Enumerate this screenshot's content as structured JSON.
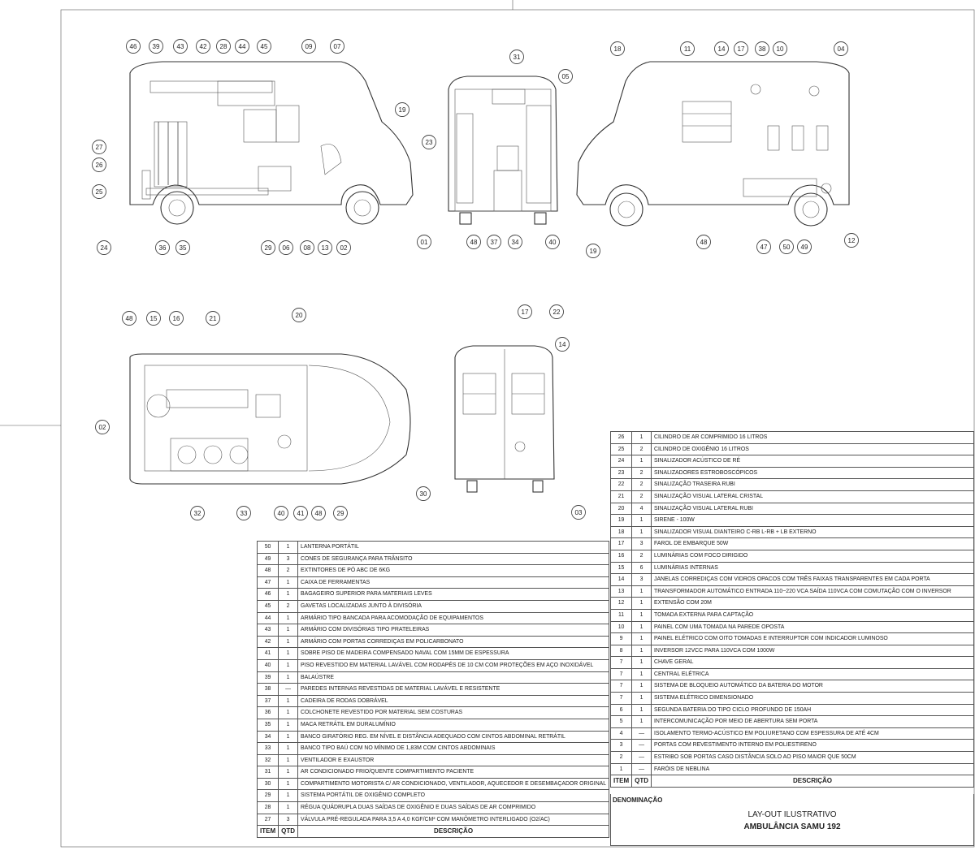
{
  "table_left": {
    "headers": {
      "item": "ITEM",
      "qtd": "QTD",
      "desc": "DESCRIÇÃO"
    },
    "rows": [
      {
        "item": "50",
        "qtd": "1",
        "desc": "LANTERNA PORTÁTIL"
      },
      {
        "item": "49",
        "qtd": "3",
        "desc": "CONES DE SEGURANÇA PARA TRÂNSITO"
      },
      {
        "item": "48",
        "qtd": "2",
        "desc": "EXTINTORES DE PÓ ABC DE 6KG"
      },
      {
        "item": "47",
        "qtd": "1",
        "desc": "CAIXA DE FERRAMENTAS"
      },
      {
        "item": "46",
        "qtd": "1",
        "desc": "BAGAGEIRO SUPERIOR PARA MATERIAIS LEVES"
      },
      {
        "item": "45",
        "qtd": "2",
        "desc": "GAVETAS LOCALIZADAS JUNTO À DIVISÓRIA"
      },
      {
        "item": "44",
        "qtd": "1",
        "desc": "ARMÁRIO TIPO BANCADA PARA ACOMODAÇÃO DE EQUIPAMENTOS"
      },
      {
        "item": "43",
        "qtd": "1",
        "desc": "ARMÁRIO COM DIVISÓRIAS TIPO PRATELEIRAS"
      },
      {
        "item": "42",
        "qtd": "1",
        "desc": "ARMÁRIO COM PORTAS CORREDIÇAS EM POLICARBONATO"
      },
      {
        "item": "41",
        "qtd": "1",
        "desc": "SOBRE PISO DE MADEIRA COMPENSADO NAVAL COM 15MM DE ESPESSURA"
      },
      {
        "item": "40",
        "qtd": "1",
        "desc": "PISO REVESTIDO EM MATERIAL LAVÁVEL COM RODAPÉS DE 10 CM COM PROTEÇÕES EM AÇO INOXIDÁVEL"
      },
      {
        "item": "39",
        "qtd": "1",
        "desc": "BALAÚSTRE"
      },
      {
        "item": "38",
        "qtd": "—",
        "desc": "PAREDES INTERNAS REVESTIDAS DE MATERIAL LAVÁVEL E RESISTENTE"
      },
      {
        "item": "37",
        "qtd": "1",
        "desc": "CADEIRA DE RODAS DOBRÁVEL"
      },
      {
        "item": "36",
        "qtd": "1",
        "desc": "COLCHONETE REVESTIDO POR MATERIAL SEM COSTURAS"
      },
      {
        "item": "35",
        "qtd": "1",
        "desc": "MACA RETRÁTIL EM DURALUMÍNIO"
      },
      {
        "item": "34",
        "qtd": "1",
        "desc": "BANCO GIRATÓRIO REG. EM NÍVEL E DISTÂNCIA ADEQUADO COM CINTOS ABDOMINAL RETRÁTIL"
      },
      {
        "item": "33",
        "qtd": "1",
        "desc": "BANCO TIPO BAÚ COM NO MÍNIMO DE 1,83M COM CINTOS ABDOMINAIS"
      },
      {
        "item": "32",
        "qtd": "1",
        "desc": "VENTILADOR E EXAUSTOR"
      },
      {
        "item": "31",
        "qtd": "1",
        "desc": "AR CONDICIONADO FRIO/QUENTE COMPARTIMENTO PACIENTE"
      },
      {
        "item": "30",
        "qtd": "1",
        "desc": "COMPARTIMENTO MOTORISTA C/ AR CONDICIONADO, VENTILADOR, AQUECEDOR E DESEMBAÇADOR ORIGINAL"
      },
      {
        "item": "29",
        "qtd": "1",
        "desc": "SISTEMA PORTÁTIL DE OXIGÊNIO COMPLETO"
      },
      {
        "item": "28",
        "qtd": "1",
        "desc": "RÉGUA QUÁDRUPLA DUAS SAÍDAS DE OXIGÊNIO E DUAS SAÍDAS DE AR COMPRIMIDO"
      },
      {
        "item": "27",
        "qtd": "3",
        "desc": "VÁLVULA PRÉ-REGULADA PARA 3,5 A 4,0 KGF/CM² COM MANÔMETRO INTERLIGADO (O2/AC)"
      }
    ]
  },
  "table_right": {
    "headers": {
      "item": "ITEM",
      "qtd": "QTD",
      "desc": "DESCRIÇÃO"
    },
    "rows": [
      {
        "item": "26",
        "qtd": "1",
        "desc": "CILINDRO DE AR COMPRIMIDO 16 LITROS"
      },
      {
        "item": "25",
        "qtd": "2",
        "desc": "CILINDRO DE OXIGÊNIO 16 LITROS"
      },
      {
        "item": "24",
        "qtd": "1",
        "desc": "SINALIZADOR ACÚSTICO DE RÉ"
      },
      {
        "item": "23",
        "qtd": "2",
        "desc": "SINALIZADORES ESTROBOSCÓPICOS"
      },
      {
        "item": "22",
        "qtd": "2",
        "desc": "SINALIZAÇÃO TRASEIRA RUBI"
      },
      {
        "item": "21",
        "qtd": "2",
        "desc": "SINALIZAÇÃO VISUAL LATERAL CRISTAL"
      },
      {
        "item": "20",
        "qtd": "4",
        "desc": "SINALIZAÇÃO VISUAL LATERAL RUBI"
      },
      {
        "item": "19",
        "qtd": "1",
        "desc": "SIRENE - 100W"
      },
      {
        "item": "18",
        "qtd": "1",
        "desc": "SINALIZADOR VISUAL DIANTEIRO C-RB L-RB + LB EXTERNO"
      },
      {
        "item": "17",
        "qtd": "3",
        "desc": "FAROL DE EMBARQUE 50W"
      },
      {
        "item": "16",
        "qtd": "2",
        "desc": "LUMINÁRIAS COM FOCO DIRIGIDO"
      },
      {
        "item": "15",
        "qtd": "6",
        "desc": "LUMINÁRIAS INTERNAS"
      },
      {
        "item": "14",
        "qtd": "3",
        "desc": "JANELAS CORREDIÇAS COM VIDROS OPACOS COM TRÊS FAIXAS TRANSPARENTES EM CADA PORTA"
      },
      {
        "item": "13",
        "qtd": "1",
        "desc": "TRANSFORMADOR AUTOMÁTICO ENTRADA 110~220 VCA SAÍDA 110VCA COM COMUTAÇÃO COM O INVERSOR"
      },
      {
        "item": "12",
        "qtd": "1",
        "desc": "EXTENSÃO COM 20M"
      },
      {
        "item": "11",
        "qtd": "1",
        "desc": "TOMADA EXTERNA PARA CAPTAÇÃO"
      },
      {
        "item": "10",
        "qtd": "1",
        "desc": "PAINEL COM UMA TOMADA NA PAREDE OPOSTA"
      },
      {
        "item": "9",
        "qtd": "1",
        "desc": "PAINEL ELÉTRICO COM OITO TOMADAS E INTERRUPTOR COM INDICADOR LUMINOSO"
      },
      {
        "item": "8",
        "qtd": "1",
        "desc": "INVERSOR 12VCC PARA 110VCA COM 1000W"
      },
      {
        "item": "7",
        "qtd": "1",
        "desc": "CHAVE GERAL"
      },
      {
        "item": "7",
        "qtd": "1",
        "desc": "CENTRAL ELÉTRICA"
      },
      {
        "item": "7",
        "qtd": "1",
        "desc": "SISTEMA DE BLOQUEIO AUTOMÁTICO DA BATERIA DO MOTOR"
      },
      {
        "item": "7",
        "qtd": "1",
        "desc": "SISTEMA ELÉTRICO DIMENSIONADO"
      },
      {
        "item": "6",
        "qtd": "1",
        "desc": "SEGUNDA BATERIA DO TIPO CICLO PROFUNDO DE 150AH"
      },
      {
        "item": "5",
        "qtd": "1",
        "desc": "INTERCOMUNICAÇÃO POR MEIO DE ABERTURA SEM PORTA"
      },
      {
        "item": "4",
        "qtd": "—",
        "desc": "ISOLAMENTO TERMO-ACÚSTICO EM POLIURETANO COM ESPESSURA DE ATÉ 4CM"
      },
      {
        "item": "3",
        "qtd": "—",
        "desc": "PORTAS COM REVESTIMENTO INTERNO EM POLIESTIRENO"
      },
      {
        "item": "2",
        "qtd": "—",
        "desc": "ESTRIBO SOB PORTAS CASO DISTÂNCIA SOLO AO PISO MAIOR QUE 50CM"
      },
      {
        "item": "1",
        "qtd": "—",
        "desc": "FARÓIS DE NEBLINA"
      }
    ]
  },
  "title_block": {
    "denominacao": "DENOMINAÇÃO",
    "line1": "LAY-OUT ILUSTRATIVO",
    "line2": "AMBULÂNCIA SAMU 192"
  },
  "callouts": {
    "side_left": [
      "46",
      "39",
      "43",
      "42",
      "28",
      "44",
      "45",
      "09",
      "07",
      "19",
      "23",
      "27",
      "26",
      "25",
      "24",
      "36",
      "35",
      "29",
      "06",
      "08",
      "13",
      "02",
      "01"
    ],
    "rear_open": [
      "31",
      "05",
      "48",
      "37",
      "34",
      "40"
    ],
    "side_right": [
      "18",
      "11",
      "14",
      "17",
      "38",
      "10",
      "04",
      "19",
      "48",
      "47",
      "50",
      "49",
      "12"
    ],
    "top_view": [
      "48",
      "15",
      "16",
      "21",
      "20",
      "02",
      "32",
      "33",
      "40",
      "41",
      "48",
      "29",
      "30"
    ],
    "rear_closed": [
      "17",
      "22",
      "14",
      "03"
    ]
  }
}
